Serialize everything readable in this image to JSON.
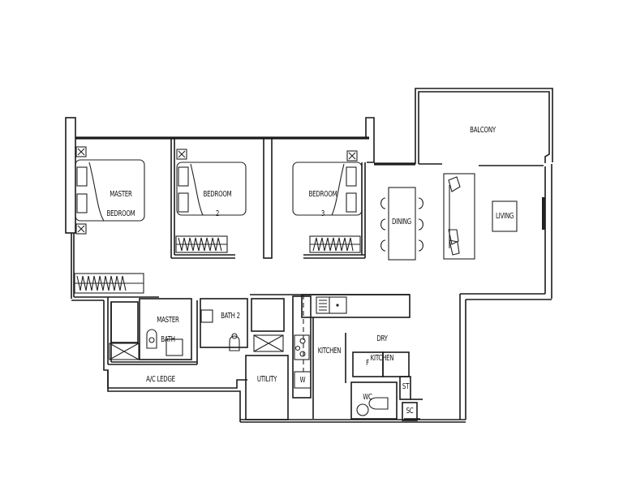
{
  "floor_plan": {
    "rooms": {
      "master_bedroom": {
        "line1": "MASTER",
        "line2": "BEDROOM"
      },
      "bedroom2": {
        "line1": "BEDROOM",
        "line2": "2"
      },
      "bedroom3": {
        "line1": "BEDROOM",
        "line2": "3"
      },
      "balcony": "BALCONY",
      "dining": "DINING",
      "living": "LIVING",
      "master_bath": {
        "line1": "MASTER",
        "line2": "BATH"
      },
      "bath2": "BATH 2",
      "ac_ledge": "A/C LEDGE",
      "utility": "UTILITY",
      "kitchen": "KITCHEN",
      "dry_kitchen": {
        "line1": "DRY",
        "line2": "KITCHEN"
      },
      "wc": "WC"
    },
    "fixtures": {
      "fridge": "F",
      "washer": "W",
      "store": "ST",
      "service_closet": "SC"
    }
  }
}
